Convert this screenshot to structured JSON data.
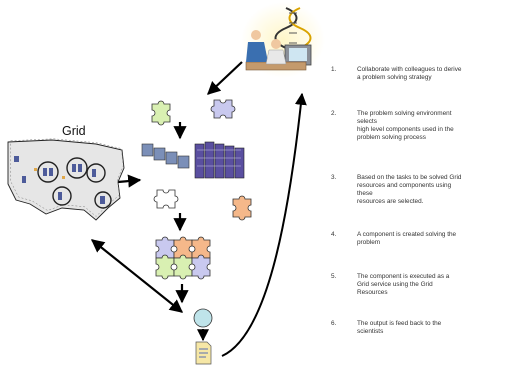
{
  "grid_label": "Grid",
  "steps": [
    {
      "num": "1.",
      "text": "Collaborate with colleagues to derive\na problem solving strategy"
    },
    {
      "num": "2.",
      "text": "The problem solving environment\nselects\nhigh level components used in the\nproblem solving process"
    },
    {
      "num": "3.",
      "text": "Based on the tasks to be solved Grid\nresources and components using\nthese\nresources are selected."
    },
    {
      "num": "4.",
      "text": "A component is created solving the\nproblem"
    },
    {
      "num": "5.",
      "text": "The component is executed as a\nGrid service using the Grid\nResources"
    },
    {
      "num": "6.",
      "text": "The output is feed back to the\nscientists"
    }
  ],
  "colors": {
    "puzzle_green": "#d9f0b2",
    "puzzle_purple": "#c9c9ef",
    "puzzle_orange": "#f5b88a",
    "circle": "#bfe4ea",
    "arrow": "#000000"
  },
  "icons": [
    "scientists-icon",
    "dna-icon",
    "puzzle-piece-icon",
    "computer-cluster-icon",
    "usa-map-icon",
    "circle-node-icon",
    "document-icon"
  ]
}
